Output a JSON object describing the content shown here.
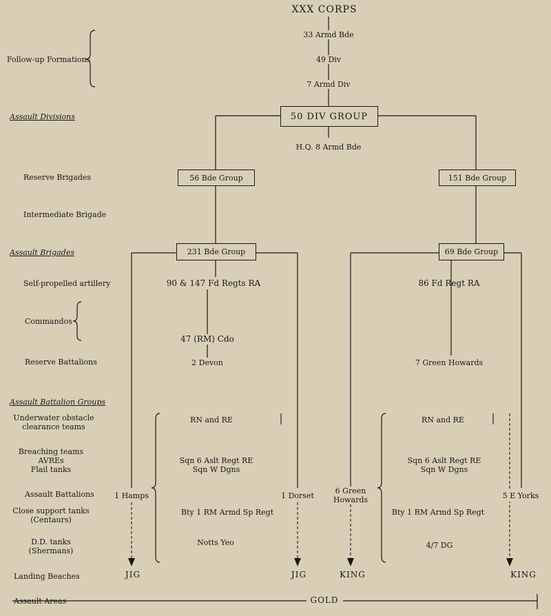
{
  "corps": "XXX CORPS",
  "row_labels": {
    "followup": "Follow-up Formations",
    "assault_divisions": "Assault Divisions",
    "reserve_brigades": "Reserve Brigades",
    "intermediate_brigade": "Intermediate Brigade",
    "assault_brigades": "Assault Brigades",
    "sp_artillery": "Self-propelled artillery",
    "commandos": "Commandos",
    "reserve_battalions": "Reserve Battalions",
    "assault_battalion_groups": "Assault Battalion Groups",
    "underwater_1": "Underwater obstacle",
    "underwater_2": "clearance teams",
    "breaching": "Breaching teams",
    "avres": "AVREs",
    "flail": "Flail tanks",
    "assault_battalions": "Assault Battalions",
    "close_support_1": "Close support tanks",
    "close_support_2": "(Centaurs)",
    "dd_1": "D.D. tanks",
    "dd_2": "(Shermans)",
    "landing_beaches": "Landing Beaches",
    "assault_areas": "Assault Areas"
  },
  "followup": {
    "armd_33": "33 Armd Bde",
    "div_49": "49 Div",
    "armd_div_7": "7 Armd Div"
  },
  "div_group": "50 DIV GROUP",
  "hq": "H.Q. 8 Armd Bde",
  "reserve": {
    "left": "56 Bde Group",
    "right": "151 Bde Group"
  },
  "assault_bde": {
    "left": "231 Bde Group",
    "right": "69 Bde Group"
  },
  "artillery": {
    "left": "90 & 147 Fd Regts RA",
    "right": "86 Fd Regt RA"
  },
  "commando": "47 (RM) Cdo",
  "reserve_bn": {
    "left": "2 Devon",
    "right": "7 Green Howards"
  },
  "rn_re": {
    "left": "RN and RE",
    "right": "RN and RE"
  },
  "breach": {
    "left_1": "Sqn 6 Aslt Regt RE",
    "left_2": "Sqn W Dgns",
    "right_1": "Sqn 6 Aslt Regt RE",
    "right_2": "Sqn W Dgns"
  },
  "assault_bn": {
    "hamps": "1 Hamps",
    "dorset": "1 Dorset",
    "green_1": "6 Green",
    "green_2": "Howards",
    "yorks": "5 E Yorks"
  },
  "close_support": {
    "left": "Bty 1 RM Armd Sp Regt",
    "right": "Bty 1 RM Armd Sp Regt"
  },
  "dd": {
    "left": "Notts Yeo",
    "right": "4/7 DG"
  },
  "beaches": {
    "jig1": "JIG",
    "jig2": "JIG",
    "king1": "KING",
    "king2": "KING"
  },
  "area": "GOLD"
}
